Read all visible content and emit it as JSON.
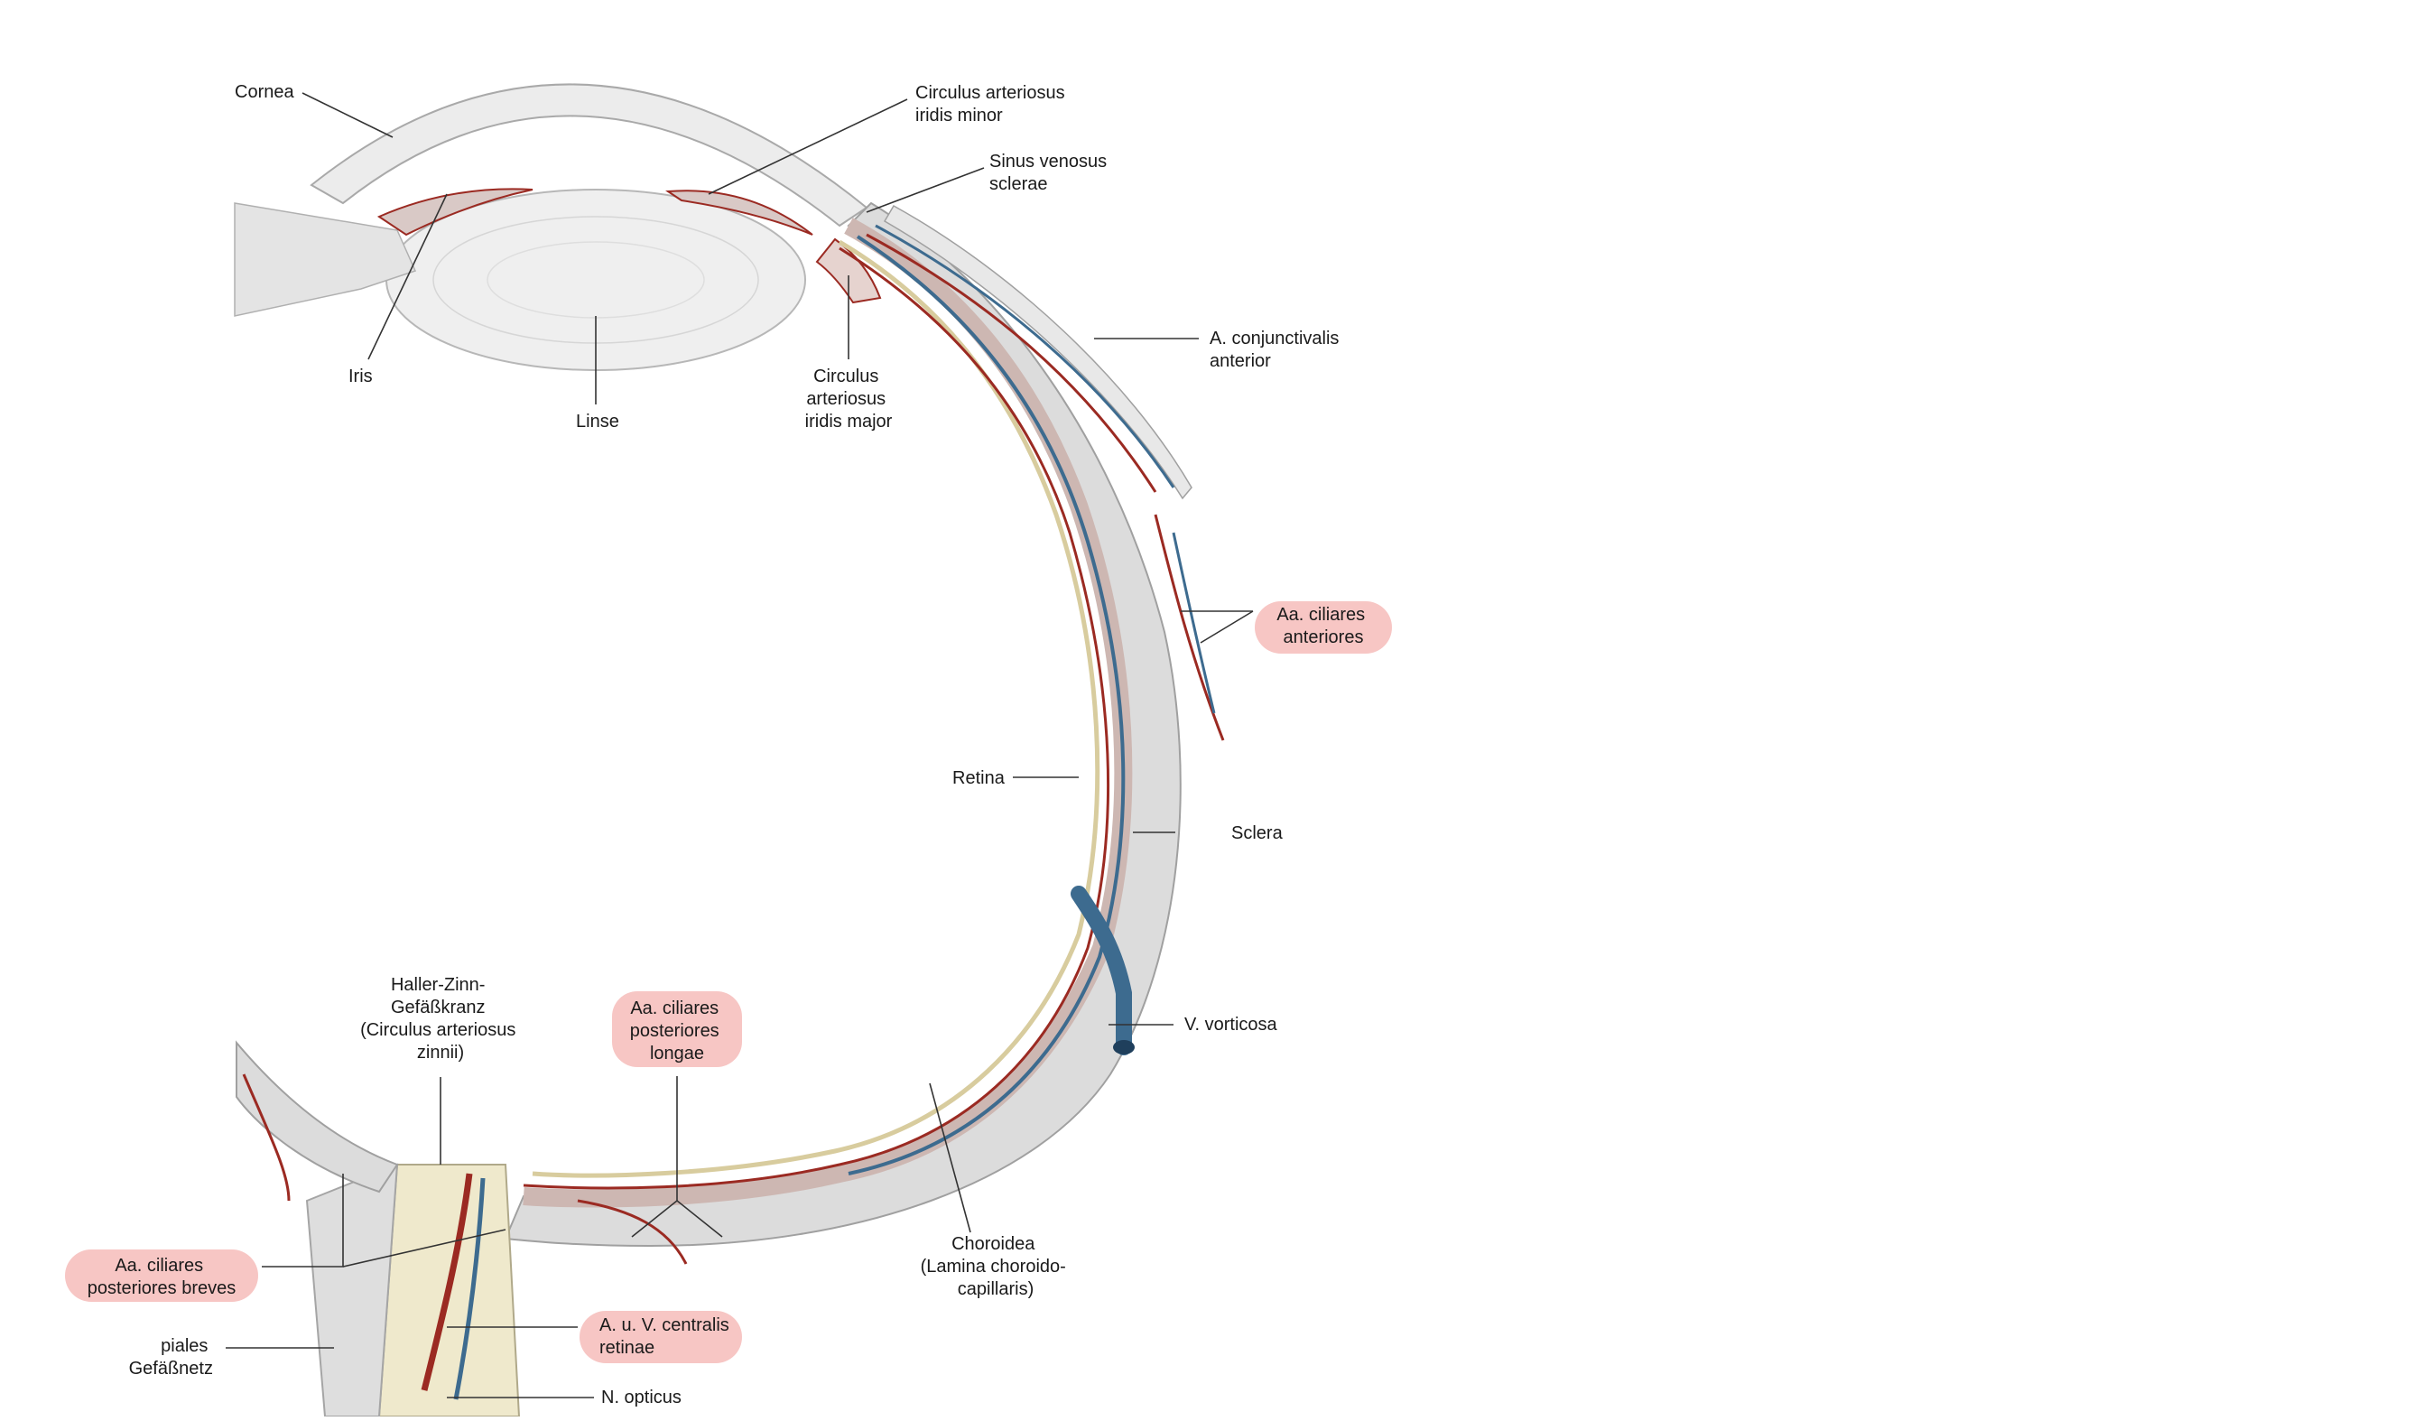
{
  "labels": {
    "cornea": [
      "Cornea"
    ],
    "circulus_minor": [
      "Circulus arteriosus",
      "iridis minor"
    ],
    "sinus_venosus": [
      "Sinus venosus",
      "sclerae"
    ],
    "iris": [
      "Iris"
    ],
    "linse": [
      "Linse"
    ],
    "circulus_major": [
      "Circulus",
      "arteriosus",
      "iridis major"
    ],
    "conjunctivalis": [
      "A. conjunctivalis",
      "anterior"
    ],
    "ciliares_anteriores": [
      "Aa. ciliares",
      "anteriores"
    ],
    "retina": [
      "Retina"
    ],
    "sclera": [
      "Sclera"
    ],
    "vorticosa": [
      "V. vorticosa"
    ],
    "haller_zinn": [
      "Haller-Zinn-",
      "Gefäßkranz",
      "(Circulus arteriosus",
      "zinnii)"
    ],
    "posteriores_longae": [
      "Aa. ciliares",
      "posteriores",
      "longae"
    ],
    "choroidea": [
      "Choroidea",
      "(Lamina choroido-",
      "capillaris)"
    ],
    "posteriores_breves": [
      "Aa. ciliares",
      "posteriores breves"
    ],
    "centralis_retinae": [
      "A. u. V. centralis",
      "retinae"
    ],
    "piales": [
      "piales",
      "Gefäßnetz"
    ],
    "opticus": [
      "N. opticus"
    ]
  },
  "colors": {
    "artery": "#9b2a22",
    "vein": "#3d6b8f",
    "sclera": "#dcdcdc",
    "highlight": "#f7c6c4",
    "leader": "#333333"
  }
}
